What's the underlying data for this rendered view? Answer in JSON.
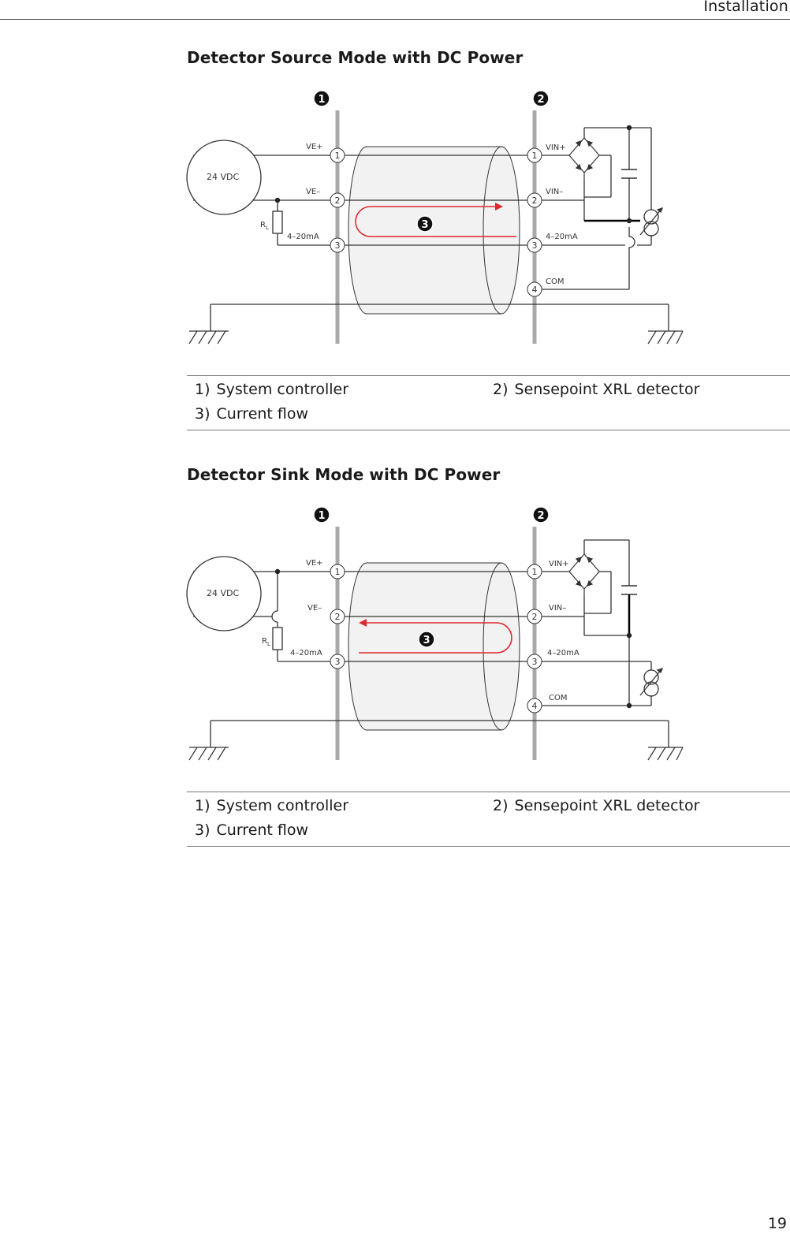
{
  "header": {
    "section": "Installation"
  },
  "page_number": "19",
  "diagrams": [
    {
      "title": "Detector Source Mode with DC Power",
      "callouts": [
        "1",
        "2",
        "3"
      ],
      "supply": "24 VDC",
      "resistor": {
        "r": "R",
        "sub": "L"
      },
      "left_labels": [
        "VE+",
        "VE–",
        "4–20mA"
      ],
      "right_labels": [
        "VIN+",
        "VIN–",
        "4–20mA",
        "COM"
      ],
      "left_terminals": [
        "1",
        "2",
        "3"
      ],
      "right_terminals": [
        "1",
        "2",
        "3",
        "4"
      ],
      "legend": [
        {
          "num": "1)",
          "text": "System controller"
        },
        {
          "num": "2)",
          "text": "Sensepoint XRL detector"
        },
        {
          "num": "3)",
          "text": "Current flow"
        }
      ]
    },
    {
      "title": "Detector Sink Mode with DC Power",
      "callouts": [
        "1",
        "2",
        "3"
      ],
      "supply": "24 VDC",
      "resistor": {
        "r": "R",
        "sub": "L"
      },
      "left_labels": [
        "VE+",
        "VE–",
        "4–20mA"
      ],
      "right_labels": [
        "VIN+",
        "VIN–",
        "4–20mA",
        "COM"
      ],
      "left_terminals": [
        "1",
        "2",
        "3"
      ],
      "right_terminals": [
        "1",
        "2",
        "3",
        "4"
      ],
      "legend": [
        {
          "num": "1)",
          "text": "System controller"
        },
        {
          "num": "2)",
          "text": "Sensepoint XRL detector"
        },
        {
          "num": "3)",
          "text": "Current flow"
        }
      ]
    }
  ],
  "colors": {
    "rail": "#a9a9a9",
    "wire": "#333333",
    "flow": "#e0282e",
    "cable_fill": "#f2f2f2"
  }
}
